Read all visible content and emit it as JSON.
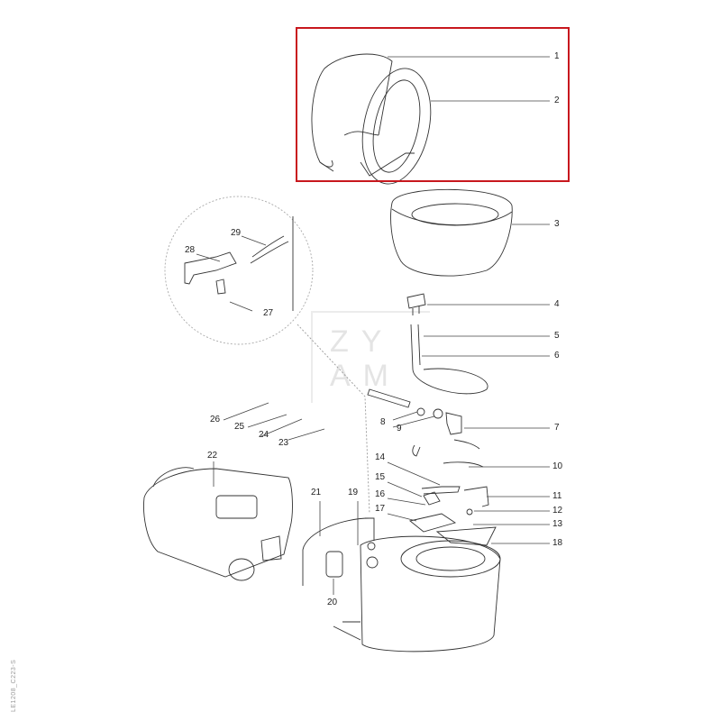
{
  "diagram": {
    "type": "exploded-parts-diagram",
    "highlight": {
      "parts": [
        "1",
        "2"
      ],
      "color": "#c8181e"
    },
    "watermark": {
      "line1": "ZY",
      "line2": "AM"
    },
    "side_code": "LE1208_C223-S",
    "labels": {
      "p1": "1",
      "p2": "2",
      "p3": "3",
      "p4": "4",
      "p5": "5",
      "p6": "6",
      "p7": "7",
      "p8": "8",
      "p9": "9",
      "p10": "10",
      "p11": "11",
      "p12": "12",
      "p13": "13",
      "p14": "14",
      "p15": "15",
      "p16": "16",
      "p17": "17",
      "p18": "18",
      "p19": "19",
      "p20": "20",
      "p21": "21",
      "p22": "22",
      "p23": "23",
      "p24": "24",
      "p25": "25",
      "p26": "26",
      "p27": "27",
      "p28": "28",
      "p29": "29"
    }
  }
}
